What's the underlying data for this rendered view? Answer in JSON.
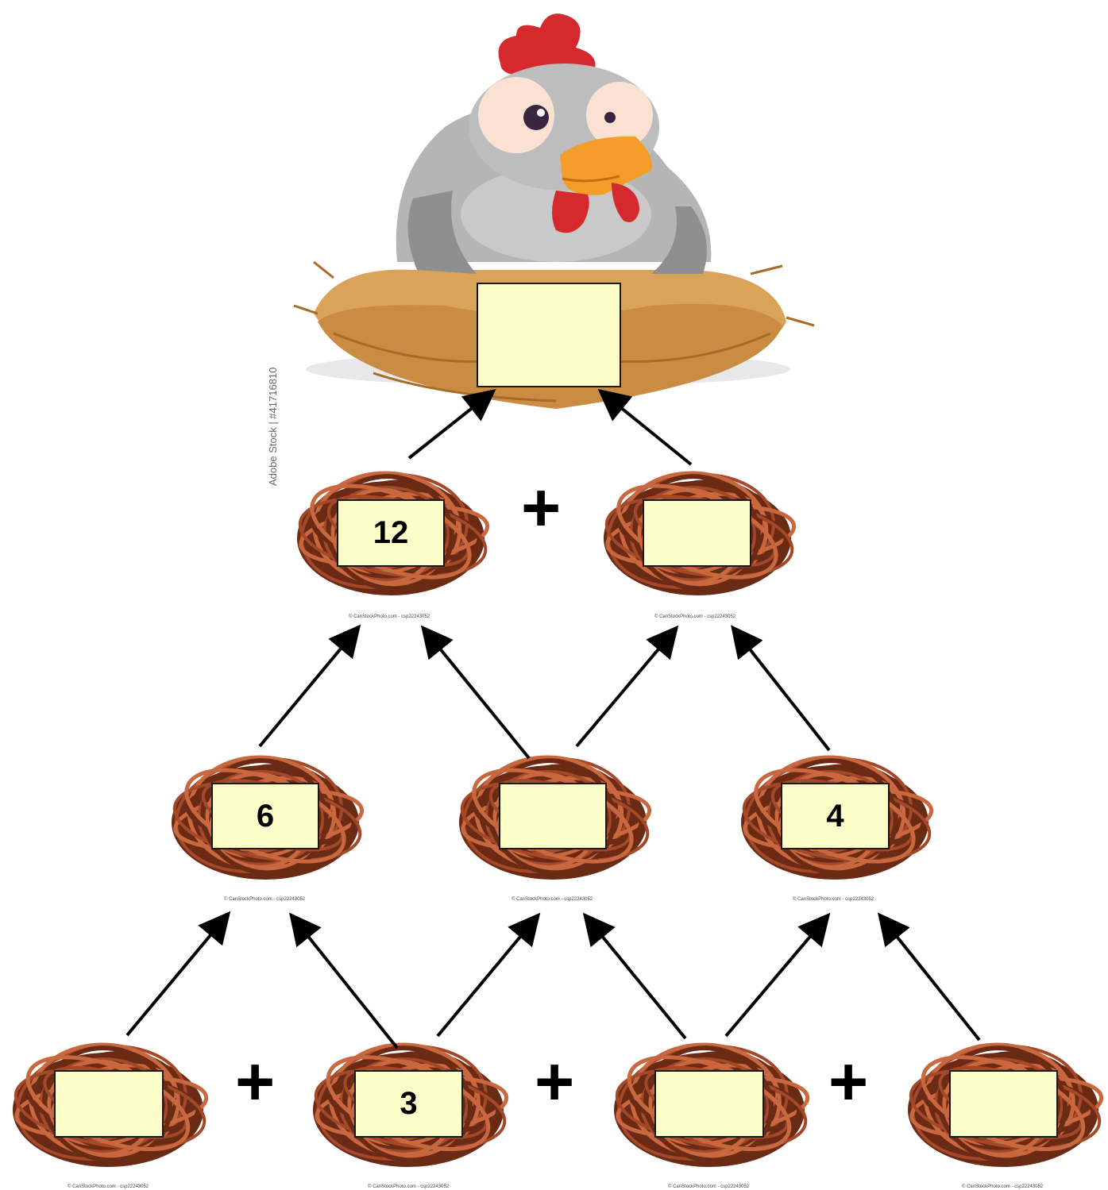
{
  "hen_box": {
    "value": ""
  },
  "rows": [
    {
      "boxes": [
        {
          "value": "12"
        },
        {
          "value": ""
        }
      ]
    },
    {
      "boxes": [
        {
          "value": "6"
        },
        {
          "value": ""
        },
        {
          "value": "4"
        }
      ]
    },
    {
      "boxes": [
        {
          "value": ""
        },
        {
          "value": "3"
        },
        {
          "value": ""
        },
        {
          "value": ""
        }
      ]
    }
  ],
  "plus_sign": "+",
  "nest_credit": "© CanStockPhoto.com - csp22243052",
  "hen_credit": "Adobe Stock | #41716810",
  "colors": {
    "box_fill": "#fdfdc9",
    "nest_dark": "#6b2a14",
    "nest_mid": "#a3492a",
    "nest_light": "#c9683f",
    "straw": "#d9a35a",
    "hen_grey": "#b5b5b5",
    "comb_red": "#d42a2e",
    "beak_orange": "#f59d2a"
  }
}
